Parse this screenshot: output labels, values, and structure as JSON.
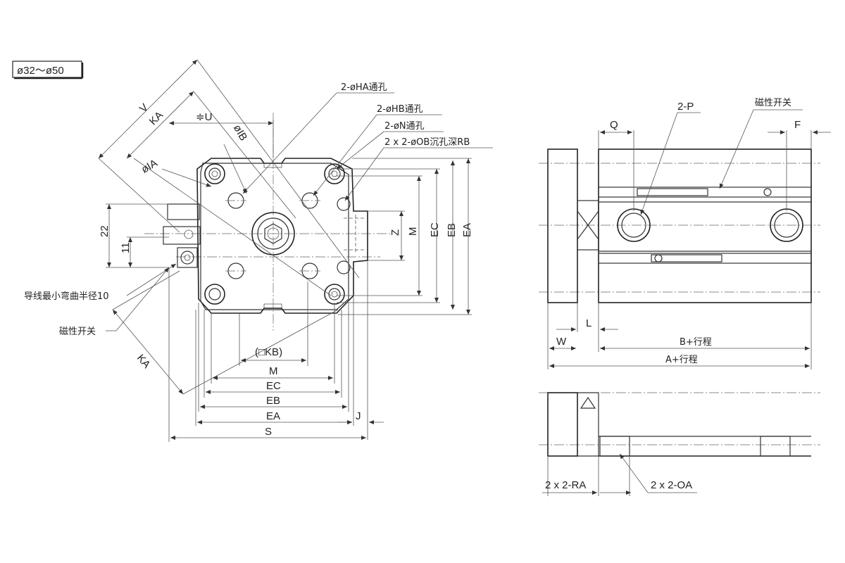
{
  "title": "ø32～ø50",
  "front_view": {
    "labels": {
      "ha": "2-øHA通孔",
      "hb": "2-øHB通孔",
      "n": "2-øN通孔",
      "ob": "2 x 2-øOB沉孔深RB",
      "v": "V",
      "ka_top": "KA",
      "u": "≑U",
      "ib": "øIB",
      "ia": "øIA",
      "d22": "22",
      "d11": "11",
      "bend": "导线最小弯曲半径10",
      "switch": "磁性开关",
      "ka_bottom": "KA",
      "kb": "(□KB)",
      "m_bottom": "M",
      "ec_bottom": "EC",
      "eb_bottom": "EB",
      "ea_bottom": "EA",
      "s": "S",
      "j": "J",
      "z": "Z",
      "m_right": "M",
      "ec_right": "EC",
      "eb_right": "EB",
      "ea_right": "EA"
    }
  },
  "side_view": {
    "labels": {
      "p": "2-P",
      "switch": "磁性开关",
      "q": "Q",
      "f": "F",
      "l": "L",
      "w": "W",
      "b_stroke": "B+行程",
      "a_stroke": "A+行程"
    }
  },
  "bottom_view": {
    "labels": {
      "ra": "2 x 2-RA",
      "oa": "2 x 2-OA"
    }
  }
}
